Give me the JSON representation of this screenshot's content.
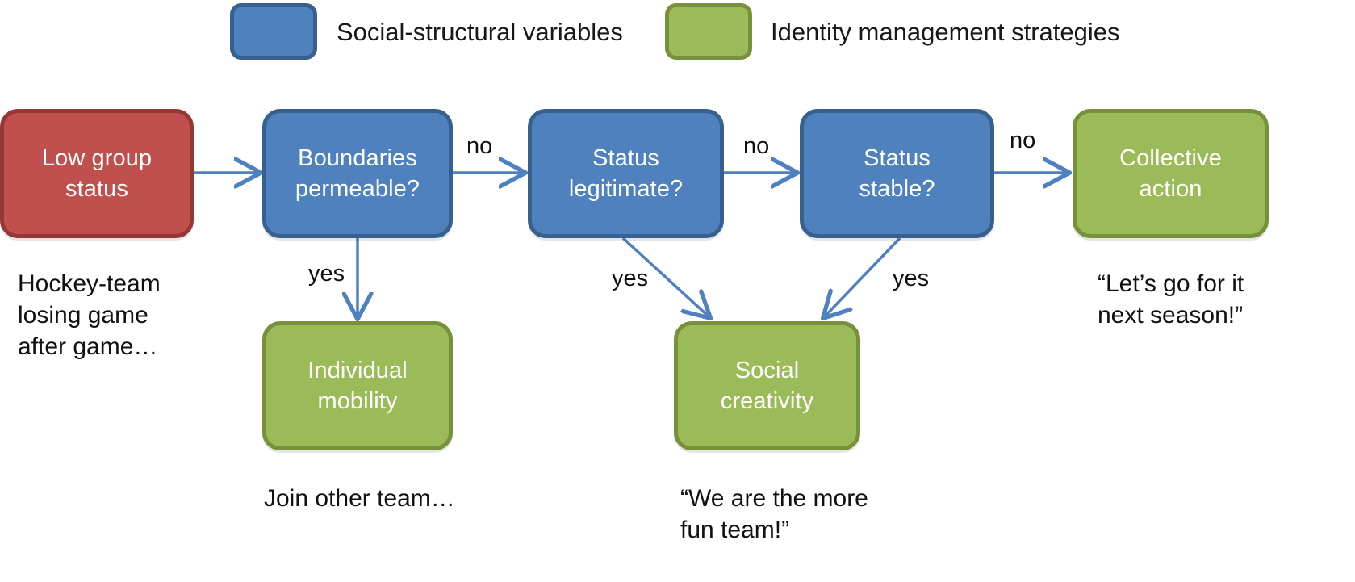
{
  "legend": {
    "items": [
      {
        "swatch": "blue",
        "label": "Social-structural variables"
      },
      {
        "swatch": "green",
        "label": "Identity management strategies"
      }
    ]
  },
  "nodes": {
    "low_group_status": {
      "label": "Low group\nstatus",
      "color": "red"
    },
    "boundaries": {
      "label": "Boundaries\npermeable?",
      "color": "blue"
    },
    "legitimate": {
      "label": "Status\nlegitimate?",
      "color": "blue"
    },
    "stable": {
      "label": "Status\nstable?",
      "color": "blue"
    },
    "collective_action": {
      "label": "Collective\naction",
      "color": "green"
    },
    "individual_mobility": {
      "label": "Individual\nmobility",
      "color": "green"
    },
    "social_creativity": {
      "label": "Social\ncreativity",
      "color": "green"
    }
  },
  "edge_labels": {
    "no_boundaries_to_legitimate": "no",
    "no_legitimate_to_stable": "no",
    "no_stable_to_collective": "no",
    "yes_boundaries_to_mobility": "yes",
    "yes_legitimate_to_creativity": "yes",
    "yes_stable_to_creativity": "yes"
  },
  "captions": {
    "low_group_status": "Hockey-team\nlosing game\nafter game…",
    "individual_mobility": "Join other team…",
    "social_creativity": "“We are the more\nfun team!”",
    "collective_action": "“Let’s go for it\nnext season!”"
  },
  "colors": {
    "blue_fill": "#4e81bd",
    "blue_stroke": "#38608f",
    "red_fill": "#c0504d",
    "red_stroke": "#943735",
    "green_fill": "#9bbb59",
    "green_stroke": "#76913a",
    "arrow": "#4e81bd",
    "text_dark": "#111111",
    "background": "#ffffff"
  }
}
